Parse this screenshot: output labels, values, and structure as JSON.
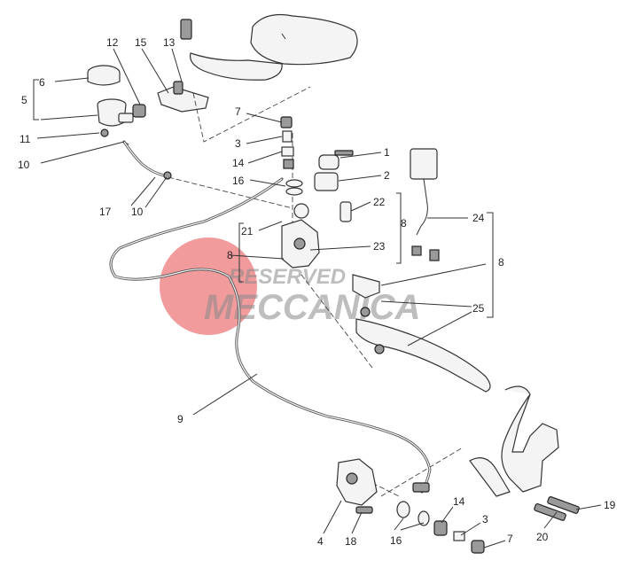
{
  "callouts": [
    {
      "id": "c1",
      "text": "1"
    },
    {
      "id": "c2",
      "text": "2"
    },
    {
      "id": "c3a",
      "text": "3"
    },
    {
      "id": "c3b",
      "text": "3"
    },
    {
      "id": "c4",
      "text": "4"
    },
    {
      "id": "c5",
      "text": "5"
    },
    {
      "id": "c6",
      "text": "6"
    },
    {
      "id": "c7a",
      "text": "7"
    },
    {
      "id": "c7b",
      "text": "7"
    },
    {
      "id": "c8a",
      "text": "8"
    },
    {
      "id": "c8b",
      "text": "8"
    },
    {
      "id": "c8c",
      "text": "8"
    },
    {
      "id": "c9",
      "text": "9"
    },
    {
      "id": "c10a",
      "text": "10"
    },
    {
      "id": "c10b",
      "text": "10"
    },
    {
      "id": "c11",
      "text": "11"
    },
    {
      "id": "c12",
      "text": "12"
    },
    {
      "id": "c13",
      "text": "13"
    },
    {
      "id": "c14a",
      "text": "14"
    },
    {
      "id": "c14b",
      "text": "14"
    },
    {
      "id": "c15",
      "text": "15"
    },
    {
      "id": "c16a",
      "text": "16"
    },
    {
      "id": "c16b",
      "text": "16"
    },
    {
      "id": "c17",
      "text": "17"
    },
    {
      "id": "c18",
      "text": "18"
    },
    {
      "id": "c19",
      "text": "19"
    },
    {
      "id": "c20",
      "text": "20"
    },
    {
      "id": "c21",
      "text": "21"
    },
    {
      "id": "c22",
      "text": "22"
    },
    {
      "id": "c23",
      "text": "23"
    },
    {
      "id": "c24",
      "text": "24"
    },
    {
      "id": "c25",
      "text": "25"
    }
  ],
  "watermark": {
    "line1": "RESERVED",
    "line2": "MECCANICA",
    "logo_color": "#e8484b"
  }
}
